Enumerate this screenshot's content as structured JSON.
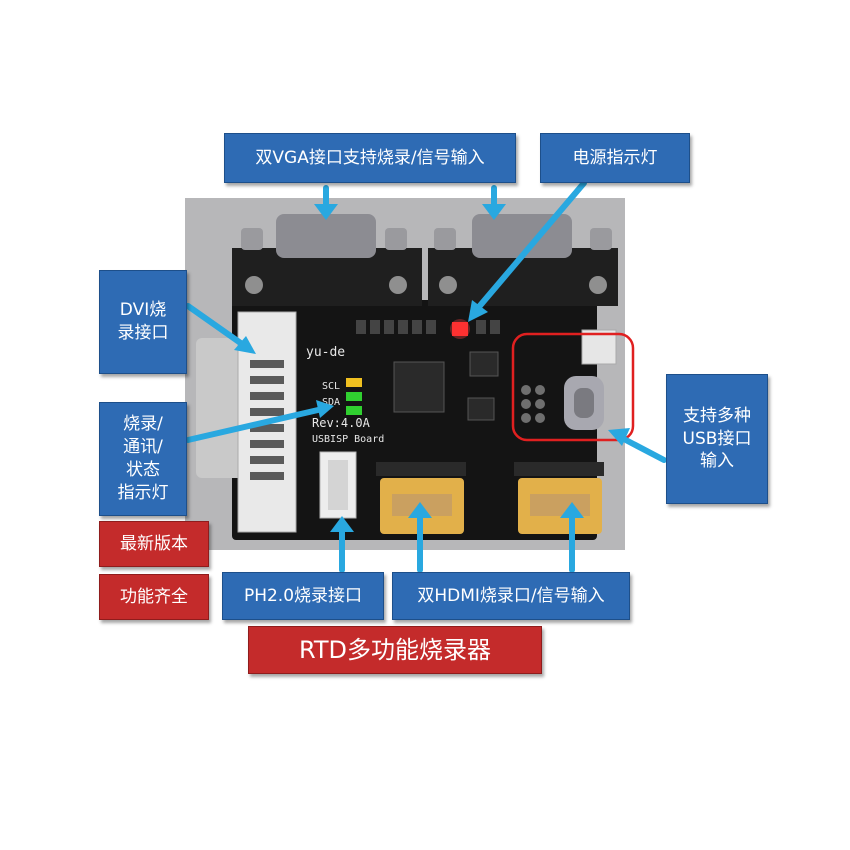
{
  "callouts": {
    "vga": "双VGA接口支持烧录/信号输入",
    "power_led": "电源指示灯",
    "dvi": "DVI烧\n录接口",
    "status_led": "烧录/\n通讯/\n状态\n指示灯",
    "usb": "支持多种\nUSB接口\n输入",
    "ph20": "PH2.0烧录接口",
    "hdmi": "双HDMI烧录口/信号输入"
  },
  "badges": {
    "latest": "最新版本",
    "full": "功能齐全",
    "title": "RTD多功能烧录器"
  },
  "board": {
    "brand": "yu-de",
    "rev": "Rev:4.0A",
    "name": "USBISP Board",
    "scl": "SCL",
    "sda": "SDA"
  },
  "colors": {
    "callout_blue": "#2e6bb4",
    "badge_red": "#c42b2b",
    "arrow_blue": "#29a8e0",
    "highlight_red": "#e02020"
  }
}
